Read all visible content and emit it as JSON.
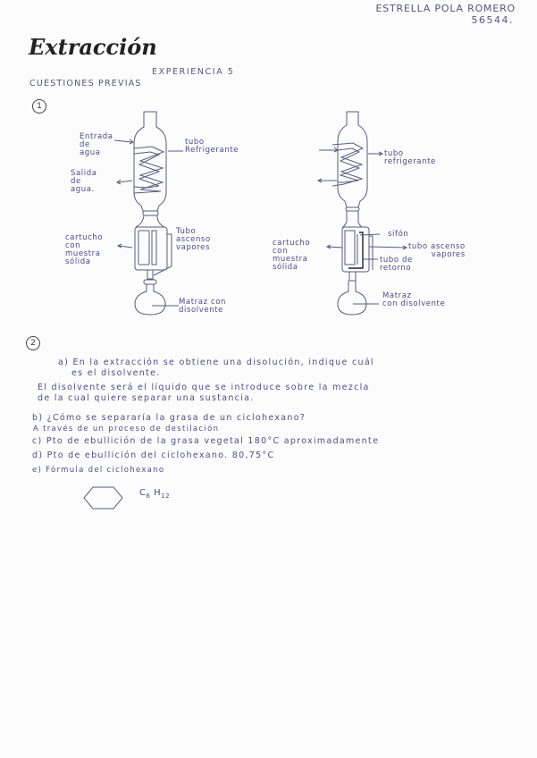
{
  "header": {
    "student_name": "ESTRELLA POLA ROMERO",
    "student_id": "56544."
  },
  "title": "Extracción",
  "subtitle": "EXPERIENCIA 5",
  "section_heading": "CUESTIONES PREVIAS",
  "question1": {
    "number": "1",
    "diagram_left": {
      "labels": {
        "water_inlet": "Entrada\nde\nagua",
        "water_outlet": "Salida\nde\nagua.",
        "condenser": "tubo\nRefrigerante",
        "cartridge": "cartucho\ncon\nmuestra\nsólida",
        "vapor_tube": "Tubo\nascenso\nvapores",
        "flask": "Matraz con\ndisolvente"
      }
    },
    "diagram_right": {
      "labels": {
        "condenser": "tubo\nrefrigerante",
        "siphon": "sifón",
        "cartridge": "cartucho\ncon\nmuestra\nsólida",
        "vapor_tube": "tubo ascenso\nvapores",
        "return_tube": "tubo de\nretorno",
        "flask": "Matraz\ncon disolvente"
      }
    }
  },
  "question2": {
    "number": "2",
    "items": [
      {
        "id": "a",
        "question_line1": "a) En la extracción se obtiene una disolución, indique cuál",
        "question_line2": "es el disolvente.",
        "answer_line1": "El disolvente será el líquido que se introduce sobre la mezcla",
        "answer_line2": "de la cual quiere separar una sustancia."
      },
      {
        "id": "b",
        "question": "b) ¿Cómo se separaría la grasa de un ciclohexano?",
        "answer": "A través de un proceso de destilación"
      },
      {
        "id": "c",
        "text": "c) Pto de ebullición de la grasa vegetal 180°C aproximadamente"
      },
      {
        "id": "d",
        "text": "d) Pto de ebullición del ciclohexano. 80,75°C"
      },
      {
        "id": "e",
        "text": "e) Fórmula del ciclohexano",
        "formula_base": "C",
        "formula_c_sub": "6",
        "formula_h": "H",
        "formula_h_sub": "12"
      }
    ]
  },
  "colors": {
    "ink": "#4a4a88",
    "title_ink": "#222222",
    "paper": "#fcfcfd"
  }
}
